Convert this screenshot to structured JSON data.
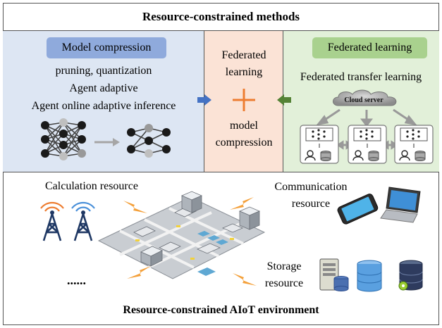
{
  "header": {
    "title": "Resource-constrained methods"
  },
  "model_compression": {
    "heading": "Model compression",
    "lines": [
      "pruning, quantization",
      "Agent adaptive",
      "Agent online adaptive inference"
    ]
  },
  "combined": {
    "top_line1": "Federated",
    "top_line2": "learning",
    "bottom_line1": "model",
    "bottom_line2": "compression"
  },
  "federated_learning": {
    "heading": "Federated learning",
    "subheading": "Federated transfer learning",
    "cloud_label": "Cloud server",
    "clients": 3
  },
  "environment": {
    "title": "Resource-constrained AIoT environment",
    "calculation_label": "Calculation resource",
    "communication_line1": "Communication",
    "communication_line2": "resource",
    "storage_line1": "Storage",
    "storage_line2": "resource",
    "ellipsis": "......"
  },
  "colors": {
    "left_panel": "#dde6f3",
    "middle_panel": "#fbe3d6",
    "right_panel": "#e2f0d9",
    "blue_pill": "#8faadc",
    "green_pill": "#a9d18e",
    "plus": "#ed7d31",
    "arrow_blue": "#4472c4",
    "arrow_green": "#548235",
    "bolt": "#f4a03a"
  }
}
